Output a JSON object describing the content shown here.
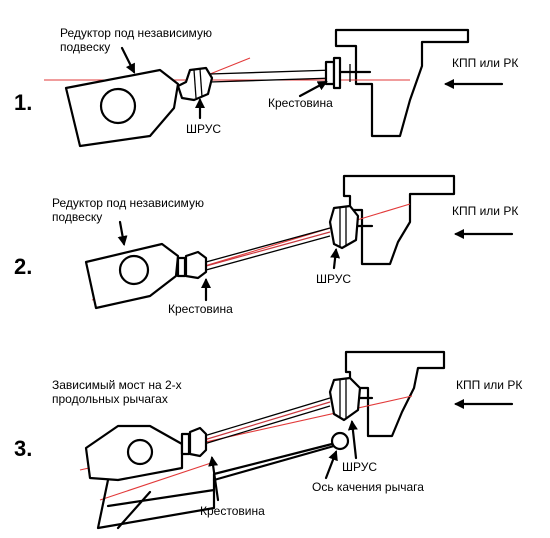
{
  "diagrams": [
    {
      "number": "1.",
      "labels": {
        "reducer": "Редуктор под независимую",
        "reducer_2": "подвеску",
        "cv_joint": "ШРУС",
        "cross": "Крестовина",
        "gearbox": "КПП или РК"
      }
    },
    {
      "number": "2.",
      "labels": {
        "reducer": "Редуктор под независимую",
        "reducer_2": "подвеску",
        "cross": "Крестовина",
        "cv_joint": "ШРУС",
        "gearbox": "КПП или РК"
      }
    },
    {
      "number": "3.",
      "labels": {
        "axle": "Зависимый мост на 2-х",
        "axle_2": "продольных рычагах",
        "cross": "Крестовина",
        "cv_joint": "ШРУС",
        "pivot": "Ось качения рычага",
        "gearbox": "КПП или РК"
      }
    }
  ],
  "colors": {
    "ink": "#000000",
    "axis_line": "#e23a3a",
    "background": "#ffffff"
  },
  "icons": [
    "arrow-icon",
    "gear-reducer",
    "cv-joint",
    "universal-joint"
  ]
}
